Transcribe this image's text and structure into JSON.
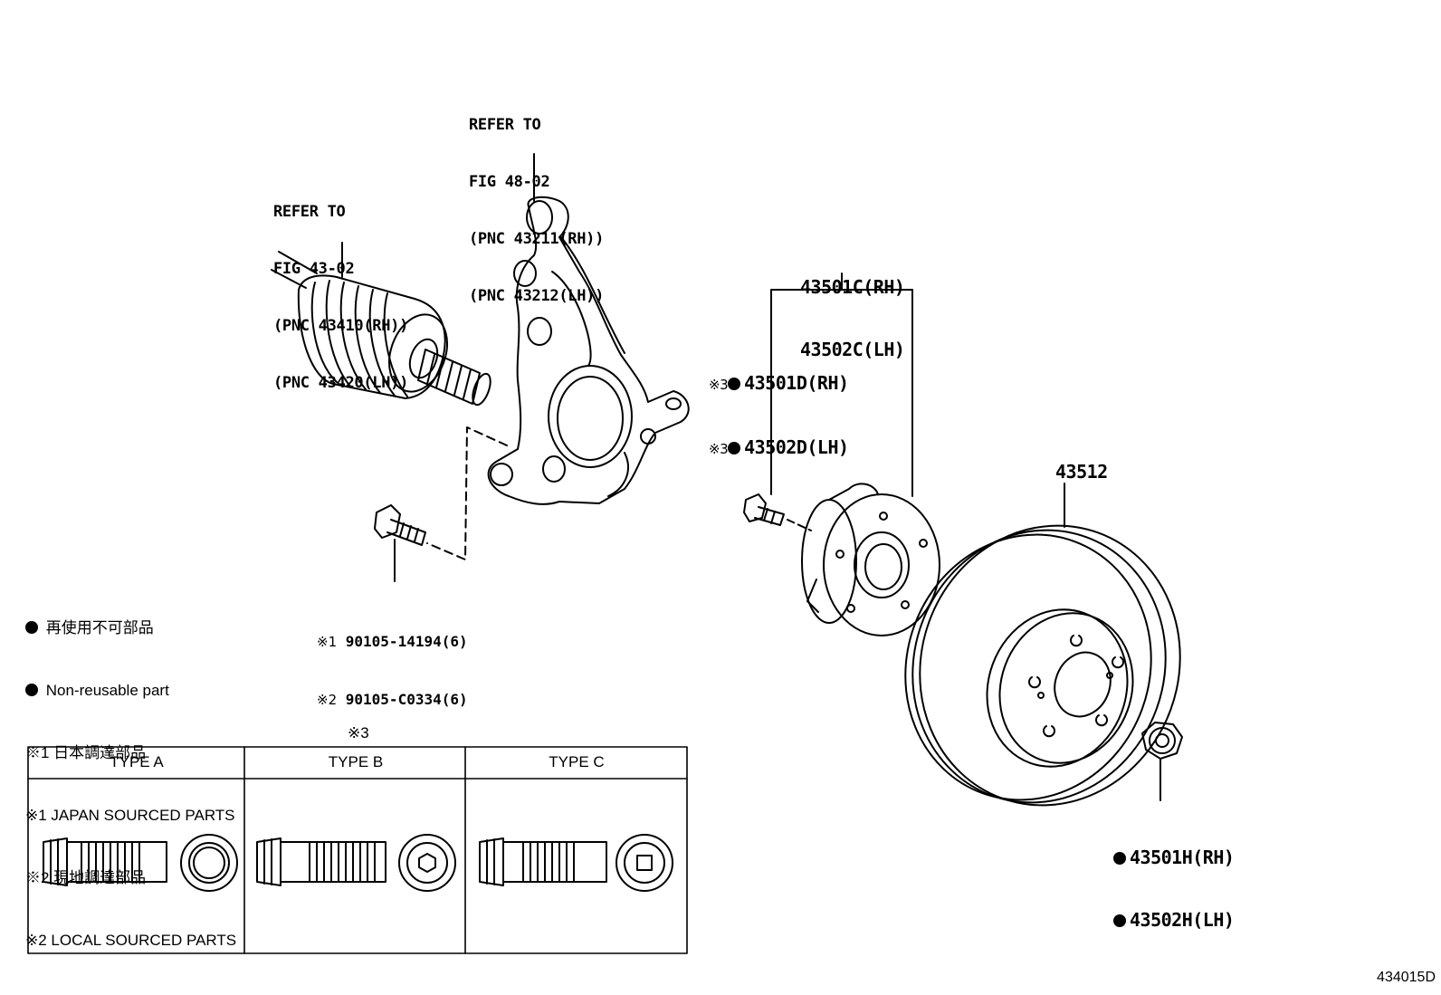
{
  "callouts": {
    "axle_refer": [
      "REFER TO",
      "FIG 43-02",
      "(PNC 43410(RH))",
      "(PNC 43420(LH))"
    ],
    "knuckle_refer": [
      "REFER TO",
      "FIG 48-02",
      "(PNC 43211(RH))",
      "(PNC 43212(LH))"
    ]
  },
  "parts": {
    "hub_assy": [
      "43501C(RH)",
      "43502C(LH)"
    ],
    "hub_bolt_mark": "※3",
    "hub_bolt": [
      "43501D(RH)",
      "43502D(LH)"
    ],
    "bolt_jp": {
      "mark": "※1",
      "number": "90105-14194(6)"
    },
    "bolt_local": {
      "mark": "※2",
      "number": "90105-C0334(6)"
    },
    "disc": "43512",
    "nut": [
      "43501H(RH)",
      "43502H(LH)"
    ]
  },
  "legend": {
    "jp_nonreusable": "再使用不可部品",
    "nonreusable": "Non-reusable part",
    "jp_japan": "※1 日本調達部品",
    "japan": "※1 JAPAN SOURCED PARTS",
    "jp_local": "※2 現地調達部品",
    "local": "※2 LOCAL SOURCED PARTS"
  },
  "types": {
    "mark": "※3",
    "headers": [
      "TYPE A",
      "TYPE B",
      "TYPE C"
    ]
  },
  "figure_id": "434015D"
}
